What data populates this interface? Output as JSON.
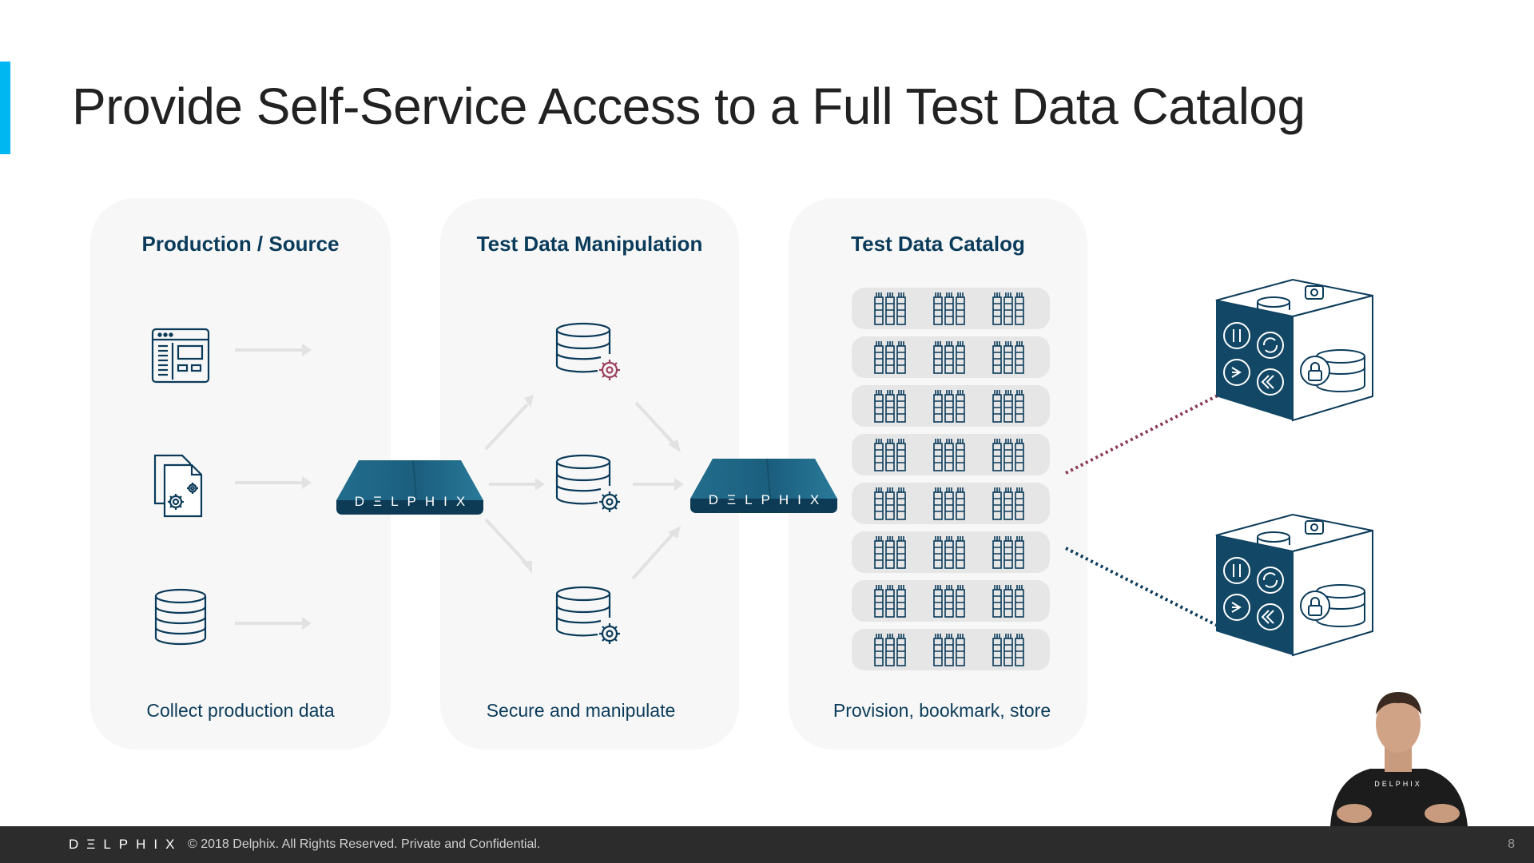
{
  "slide": {
    "title": "Provide Self-Service Access to a Full Test Data Catalog",
    "accent_color": "#00b7f1",
    "heading_color": "#0b3b5a"
  },
  "panels": [
    {
      "heading": "Production / Source",
      "caption": "Collect production data",
      "icons": [
        "web-app-icon",
        "document-gear-icon",
        "database-icon"
      ]
    },
    {
      "heading": "Test Data Manipulation",
      "caption": "Secure and manipulate",
      "icons": [
        "database-gear-icon-masked",
        "database-gear-icon",
        "database-gear-icon"
      ]
    },
    {
      "heading": "Test Data Catalog",
      "caption": "Provision, bookmark, store",
      "rows": 8,
      "icons": [
        "server-rack-icon"
      ]
    }
  ],
  "appliances": [
    {
      "label": "DΞLPHIX"
    },
    {
      "label": "DΞLPHIX"
    }
  ],
  "environments": [
    {
      "name": "environment-cube-icon",
      "connector_color": "#8a3a52"
    },
    {
      "name": "environment-cube-icon",
      "connector_color": "#0b3b5a"
    }
  ],
  "presenter": {
    "shirt_text": "DELPHIX"
  },
  "footer": {
    "logo": "DΞLPHIX",
    "copyright": "© 2018 Delphix. All Rights Reserved. Private and Confidential.",
    "page_number": "8"
  }
}
